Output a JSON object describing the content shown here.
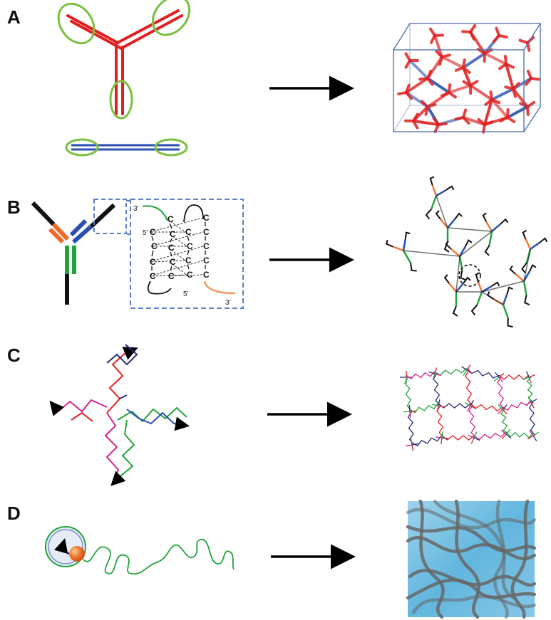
{
  "panels": [
    {
      "label": "A"
    },
    {
      "label": "B"
    },
    {
      "label": "C"
    },
    {
      "label": "D"
    }
  ],
  "inset": {
    "strand_end_labels": [
      "3'",
      "5'",
      "5'",
      "3'"
    ],
    "base_letter": "C"
  },
  "colors": {
    "red": "#e02020",
    "blue": "#2a4fb0",
    "green": "#22a33a",
    "orange": "#f07a3a",
    "magenta": "#d0248c",
    "dashed_box": "#5a7fc8",
    "circle_green": "#7ac143",
    "gel_blue": "#6cb8dc",
    "fiber_gray": "#666666"
  }
}
